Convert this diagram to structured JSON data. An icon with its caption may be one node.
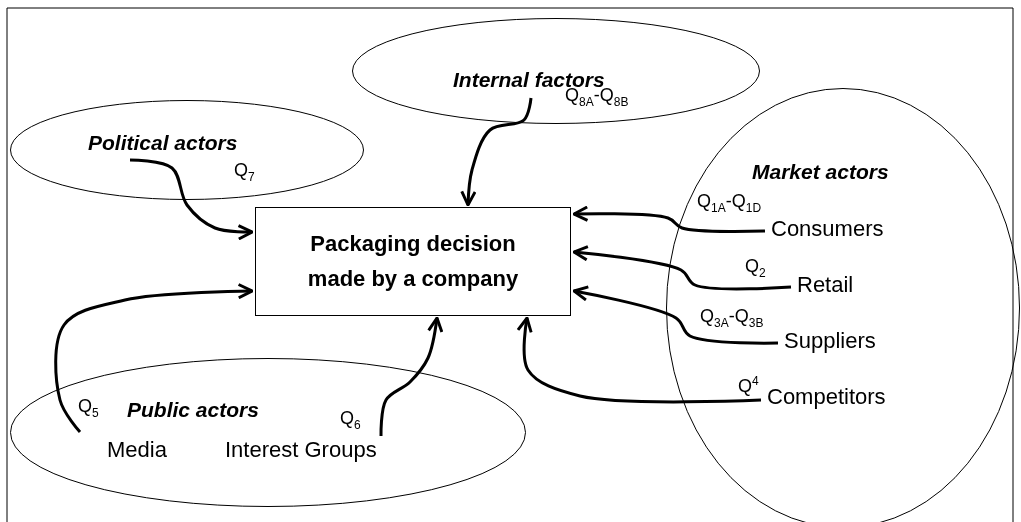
{
  "diagram": {
    "nodes": [
      {
        "text": [
          "Internal factors"
        ]
      },
      {
        "text": [
          "Political actors"
        ]
      },
      {
        "text": [
          "Market actors"
        ]
      },
      {
        "text": [
          "Packaging decision made by a company"
        ]
      },
      {
        "text": [
          "Consumers"
        ],
        "in": 2
      },
      {
        "text": [
          "Retail"
        ],
        "in": 2
      },
      {
        "text": [
          "Suppliers"
        ],
        "in": 2
      },
      {
        "text": [
          "Competitors"
        ],
        "in": 2
      },
      {
        "text": [
          "Public actors"
        ]
      },
      {
        "text": [
          "Media"
        ],
        "in": 8
      },
      {
        "text": [
          "Interest Groups"
        ],
        "in": 8
      }
    ],
    "edges": [
      {
        "from": 0,
        "to": 3,
        "arrow": "to",
        "label": "Q$_{8A}$-Q$_{8B}$"
      },
      {
        "from": 1,
        "to": 3,
        "arrow": "to",
        "label": "Q$_{7}$"
      },
      {
        "from": 4,
        "to": 3,
        "arrow": "to",
        "label": "Q$_{1A}$-Q$_{1D}$"
      },
      {
        "from": 5,
        "to": 3,
        "arrow": "to",
        "label": "Q$_{2}$"
      },
      {
        "from": 6,
        "to": 3,
        "arrow": "to",
        "label": "Q$_{3A}$-Q$_{3B}$"
      },
      {
        "from": 7,
        "to": 3,
        "arrow": "to",
        "label": "Q$^{4}$"
      },
      {
        "from": 9,
        "to": 3,
        "arrow": "to",
        "label": "Q$_{5}$"
      },
      {
        "from": 10,
        "to": 3,
        "arrow": "to",
        "label": "Q$_{6}$"
      }
    ]
  }
}
